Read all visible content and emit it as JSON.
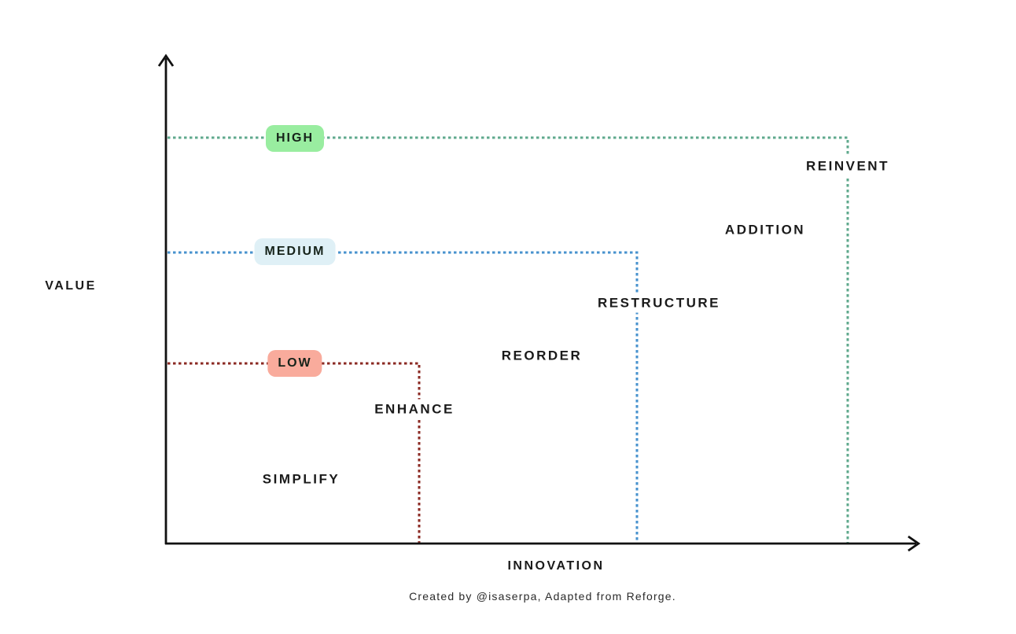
{
  "axes": {
    "y_label": "VALUE",
    "x_label": "INNOVATION",
    "axis_color": "#111111"
  },
  "levels": {
    "high": {
      "label": "HIGH",
      "pill_bg": "#99EDA0",
      "line_color": "#5FA98D"
    },
    "medium": {
      "label": "MEDIUM",
      "pill_bg": "#DFF0F6",
      "line_color": "#4792CE"
    },
    "low": {
      "label": "LOW",
      "pill_bg": "#F9AB9C",
      "line_color": "#8B2A23"
    }
  },
  "strategies": {
    "reinvent": "REINVENT",
    "addition": "ADDITION",
    "restructure": "RESTRUCTURE",
    "reorder": "REORDER",
    "enhance": "ENHANCE",
    "simplify": "SIMPLIFY"
  },
  "footer": {
    "credit": "Created by @isaserpa, Adapted from Reforge."
  },
  "colors": {
    "background": "#FFFFFF",
    "text": "#1A1A1A"
  }
}
